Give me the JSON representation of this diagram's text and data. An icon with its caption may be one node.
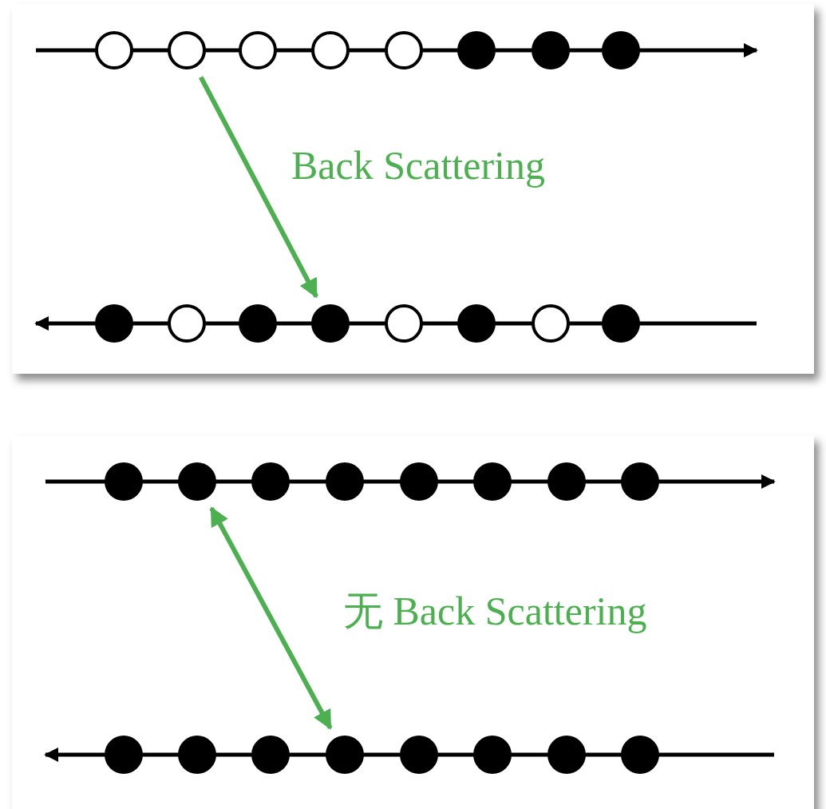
{
  "diagram": {
    "nodes": [
      {
        "text": [],
        "shape": "circle"
      },
      {
        "text": [],
        "shape": "circle"
      },
      {
        "text": [],
        "shape": "circle"
      },
      {
        "text": [],
        "shape": "circle"
      },
      {
        "text": [],
        "shape": "circle"
      },
      {
        "text": [],
        "shape": "dot"
      },
      {
        "text": [],
        "shape": "dot"
      },
      {
        "text": [],
        "shape": "dot"
      },
      {
        "text": [],
        "shape": "dot"
      },
      {
        "text": [],
        "shape": "circle"
      },
      {
        "text": [],
        "shape": "dot"
      },
      {
        "text": [],
        "shape": "dot"
      },
      {
        "text": [],
        "shape": "circle"
      },
      {
        "text": [],
        "shape": "dot"
      },
      {
        "text": [],
        "shape": "circle"
      },
      {
        "text": [],
        "shape": "dot"
      },
      {
        "text": [],
        "shape": "dot"
      },
      {
        "text": [],
        "shape": "dot"
      },
      {
        "text": [],
        "shape": "dot"
      },
      {
        "text": [],
        "shape": "dot"
      },
      {
        "text": [],
        "shape": "dot"
      },
      {
        "text": [],
        "shape": "dot"
      },
      {
        "text": [],
        "shape": "dot"
      },
      {
        "text": [],
        "shape": "dot"
      },
      {
        "text": [],
        "shape": "dot"
      },
      {
        "text": [],
        "shape": "dot"
      },
      {
        "text": [],
        "shape": "dot"
      },
      {
        "text": [],
        "shape": "dot"
      },
      {
        "text": [],
        "shape": "dot"
      },
      {
        "text": [],
        "shape": "dot"
      },
      {
        "text": [],
        "shape": "dot"
      },
      {
        "text": [],
        "shape": "dot"
      }
    ],
    "edges": [
      {
        "from": 1,
        "to": 11,
        "arrow": "to"
      },
      {
        "from": 17,
        "to": 27,
        "arrow": "both"
      }
    ],
    "labels": [
      "Back Scattering",
      "无 Back Scattering"
    ]
  }
}
